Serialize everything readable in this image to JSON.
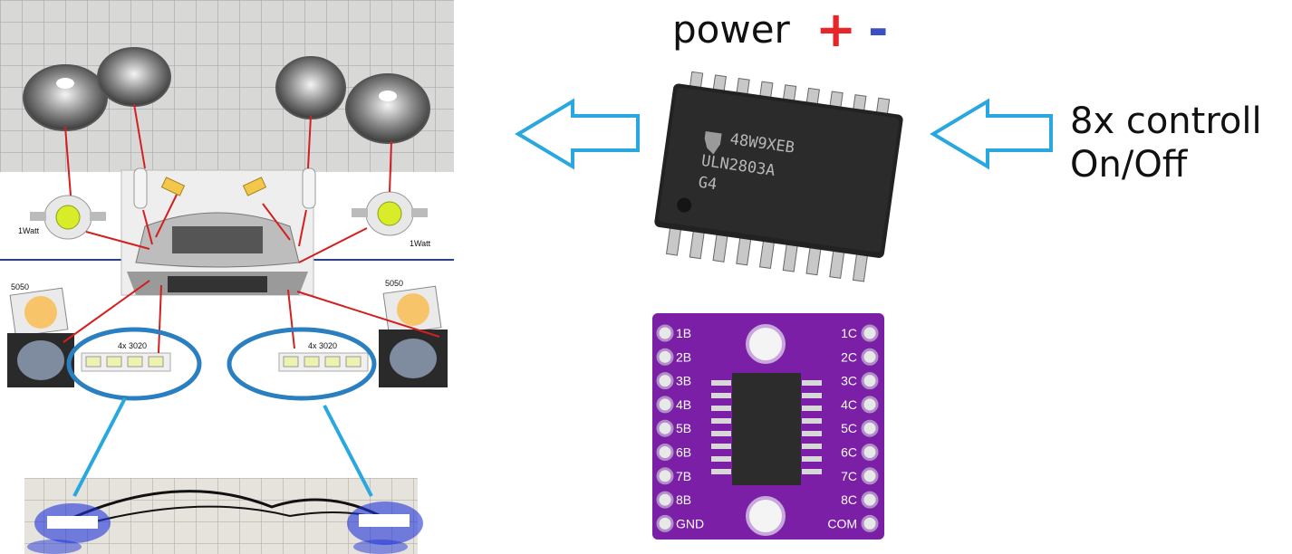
{
  "power": {
    "label": "power",
    "plus": "+",
    "minus": "-"
  },
  "control": {
    "line1": "8x controll",
    "line2": "On/Off"
  },
  "chip": {
    "marking_line1": "48W9XEB",
    "marking_line2": "ULN2803A",
    "marking_line3": "G4"
  },
  "board": {
    "left_pins": [
      "1B",
      "2B",
      "3B",
      "4B",
      "5B",
      "6B",
      "7B",
      "8B",
      "GND"
    ],
    "right_pins": [
      "1C",
      "2C",
      "3C",
      "4C",
      "5C",
      "6C",
      "7C",
      "8C",
      "COM"
    ]
  },
  "led_labels": {
    "watt_left": "1Watt",
    "watt_right": "1Watt",
    "smd_left": "5050",
    "smd_right": "5050",
    "strip_left": "4x 3020",
    "strip_right": "4x 3020"
  },
  "colors": {
    "arrow": "#29a8e0",
    "ellipse": "#2a7fc0",
    "plus": "#e8262a",
    "minus": "#3a4fc4",
    "board": "#7a1fa6",
    "chip": "#222222"
  },
  "icons": {
    "chip_logo": "texas-instruments-logo-icon"
  }
}
